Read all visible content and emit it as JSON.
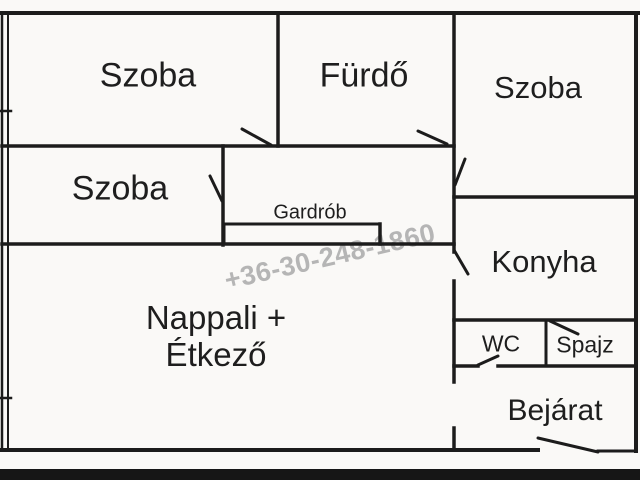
{
  "watermark": {
    "text": "+36-30-248-1860"
  },
  "rooms": [
    {
      "id": "szoba-top-left",
      "label": "Szoba"
    },
    {
      "id": "furdo",
      "label": "Fürdő"
    },
    {
      "id": "szoba-top-right",
      "label": "Szoba"
    },
    {
      "id": "szoba-middle-left",
      "label": "Szoba"
    },
    {
      "id": "gardrob",
      "label": "Gardrób"
    },
    {
      "id": "konyha",
      "label": "Konyha"
    },
    {
      "id": "nappali-etkezo",
      "label_line1": "Nappali +",
      "label_line2": "Étkező"
    },
    {
      "id": "wc",
      "label": "WC"
    },
    {
      "id": "spajz",
      "label": "Spajz"
    },
    {
      "id": "bejarat",
      "label": "Bejárat"
    }
  ],
  "colors": {
    "wall": "#1c1c1c",
    "background": "#faf9f7",
    "label_text": "#1e1e1e",
    "watermark": "#b5b5b5",
    "bottom_bar": "#161616"
  }
}
